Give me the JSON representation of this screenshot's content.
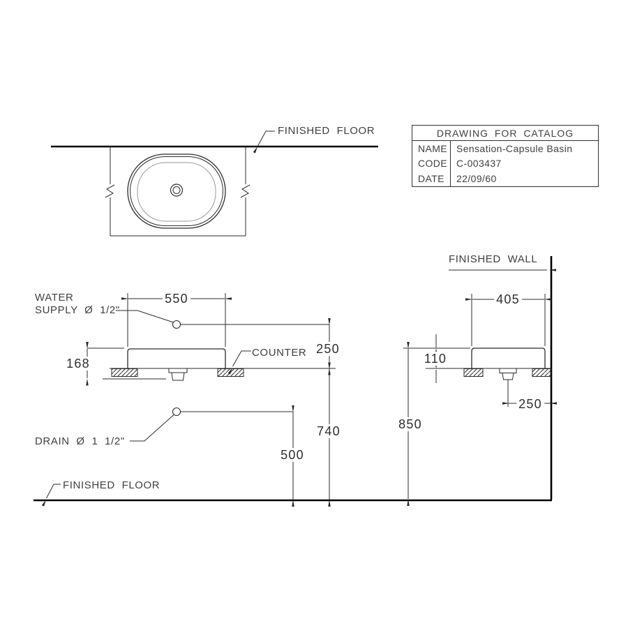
{
  "title_block": {
    "title": "DRAWING FOR CATALOG",
    "rows": [
      {
        "label": "NAME",
        "value": "Sensation-Capsule Basin"
      },
      {
        "label": "CODE",
        "value": "C-003437"
      },
      {
        "label": "DATE",
        "value": "22/09/60"
      }
    ]
  },
  "labels": {
    "finished_floor_top": "FINISHED FLOOR",
    "finished_floor_bottom": "FINISHED FLOOR",
    "finished_wall": "FINISHED WALL",
    "counter": "COUNTER",
    "water_supply_line1": "WATER",
    "water_supply_line2": "SUPPLY Ø 1/2\"",
    "drain": "DRAIN Ø 1 1/2\""
  },
  "dimensions": {
    "basin_width": "550",
    "basin_depth": "405",
    "supply_above_counter": "250",
    "basin_height_total": "168",
    "basin_above_counter": "110",
    "drain_offset_from_wall": "250",
    "rim_height_from_floor": "850",
    "counter_height_from_floor": "740",
    "drain_height_from_floor": "500"
  },
  "colors": {
    "line": "#2b2b2b",
    "heavy_line": "#000000",
    "light_line": "#9a9a9a",
    "text": "#3f3f3f",
    "background": "#ffffff"
  }
}
